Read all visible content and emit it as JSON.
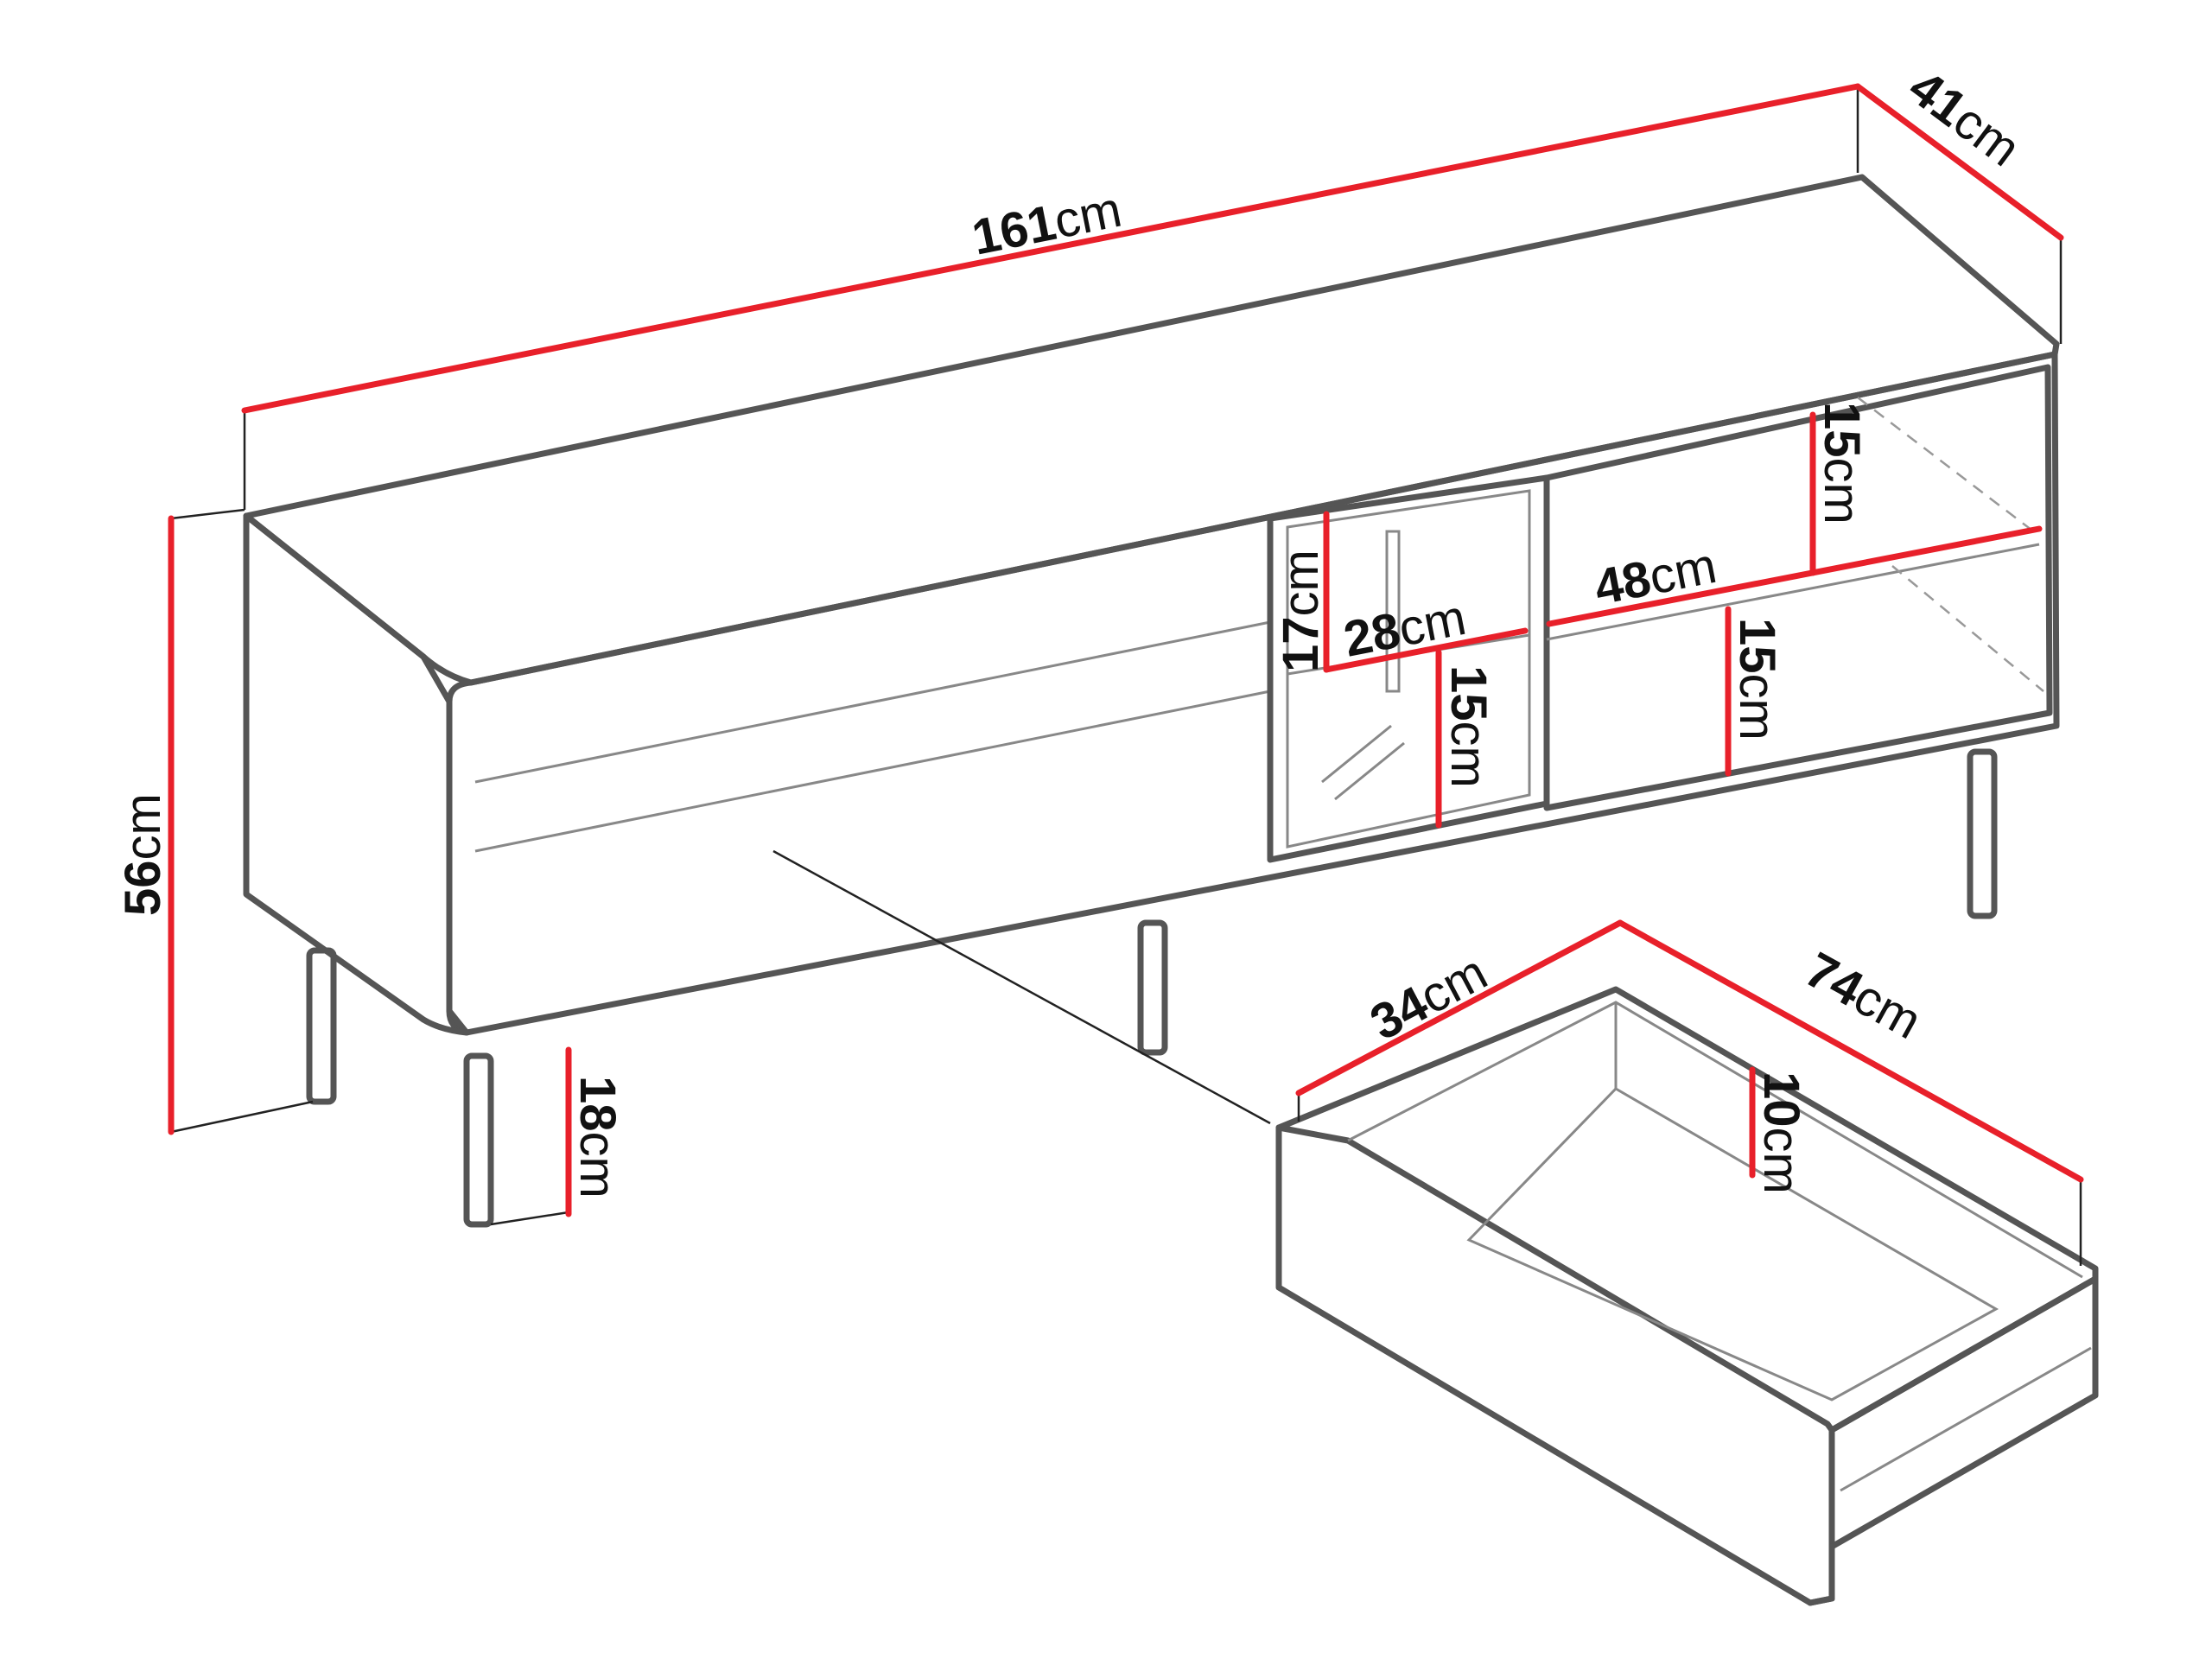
{
  "colors": {
    "dimension_line": "#e8202a",
    "outline": "#555555",
    "leader": "#222222"
  },
  "dimensions": {
    "width": {
      "value": "161",
      "unit": "cm"
    },
    "depth": {
      "value": "41",
      "unit": "cm"
    },
    "height": {
      "value": "56",
      "unit": "cm"
    },
    "leg_height": {
      "value": "18",
      "unit": "cm"
    },
    "glass_compartment_height": {
      "value": "17",
      "unit": "cm"
    },
    "glass_compartment_width": {
      "value": "28",
      "unit": "cm"
    },
    "glass_lower_height": {
      "value": "15",
      "unit": "cm"
    },
    "shelf_width": {
      "value": "48",
      "unit": "cm"
    },
    "shelf_upper_height": {
      "value": "15",
      "unit": "cm"
    },
    "shelf_lower_height": {
      "value": "15",
      "unit": "cm"
    },
    "drawer_depth": {
      "value": "34",
      "unit": "cm"
    },
    "drawer_width": {
      "value": "74",
      "unit": "cm"
    },
    "drawer_height": {
      "value": "10",
      "unit": "cm"
    }
  }
}
